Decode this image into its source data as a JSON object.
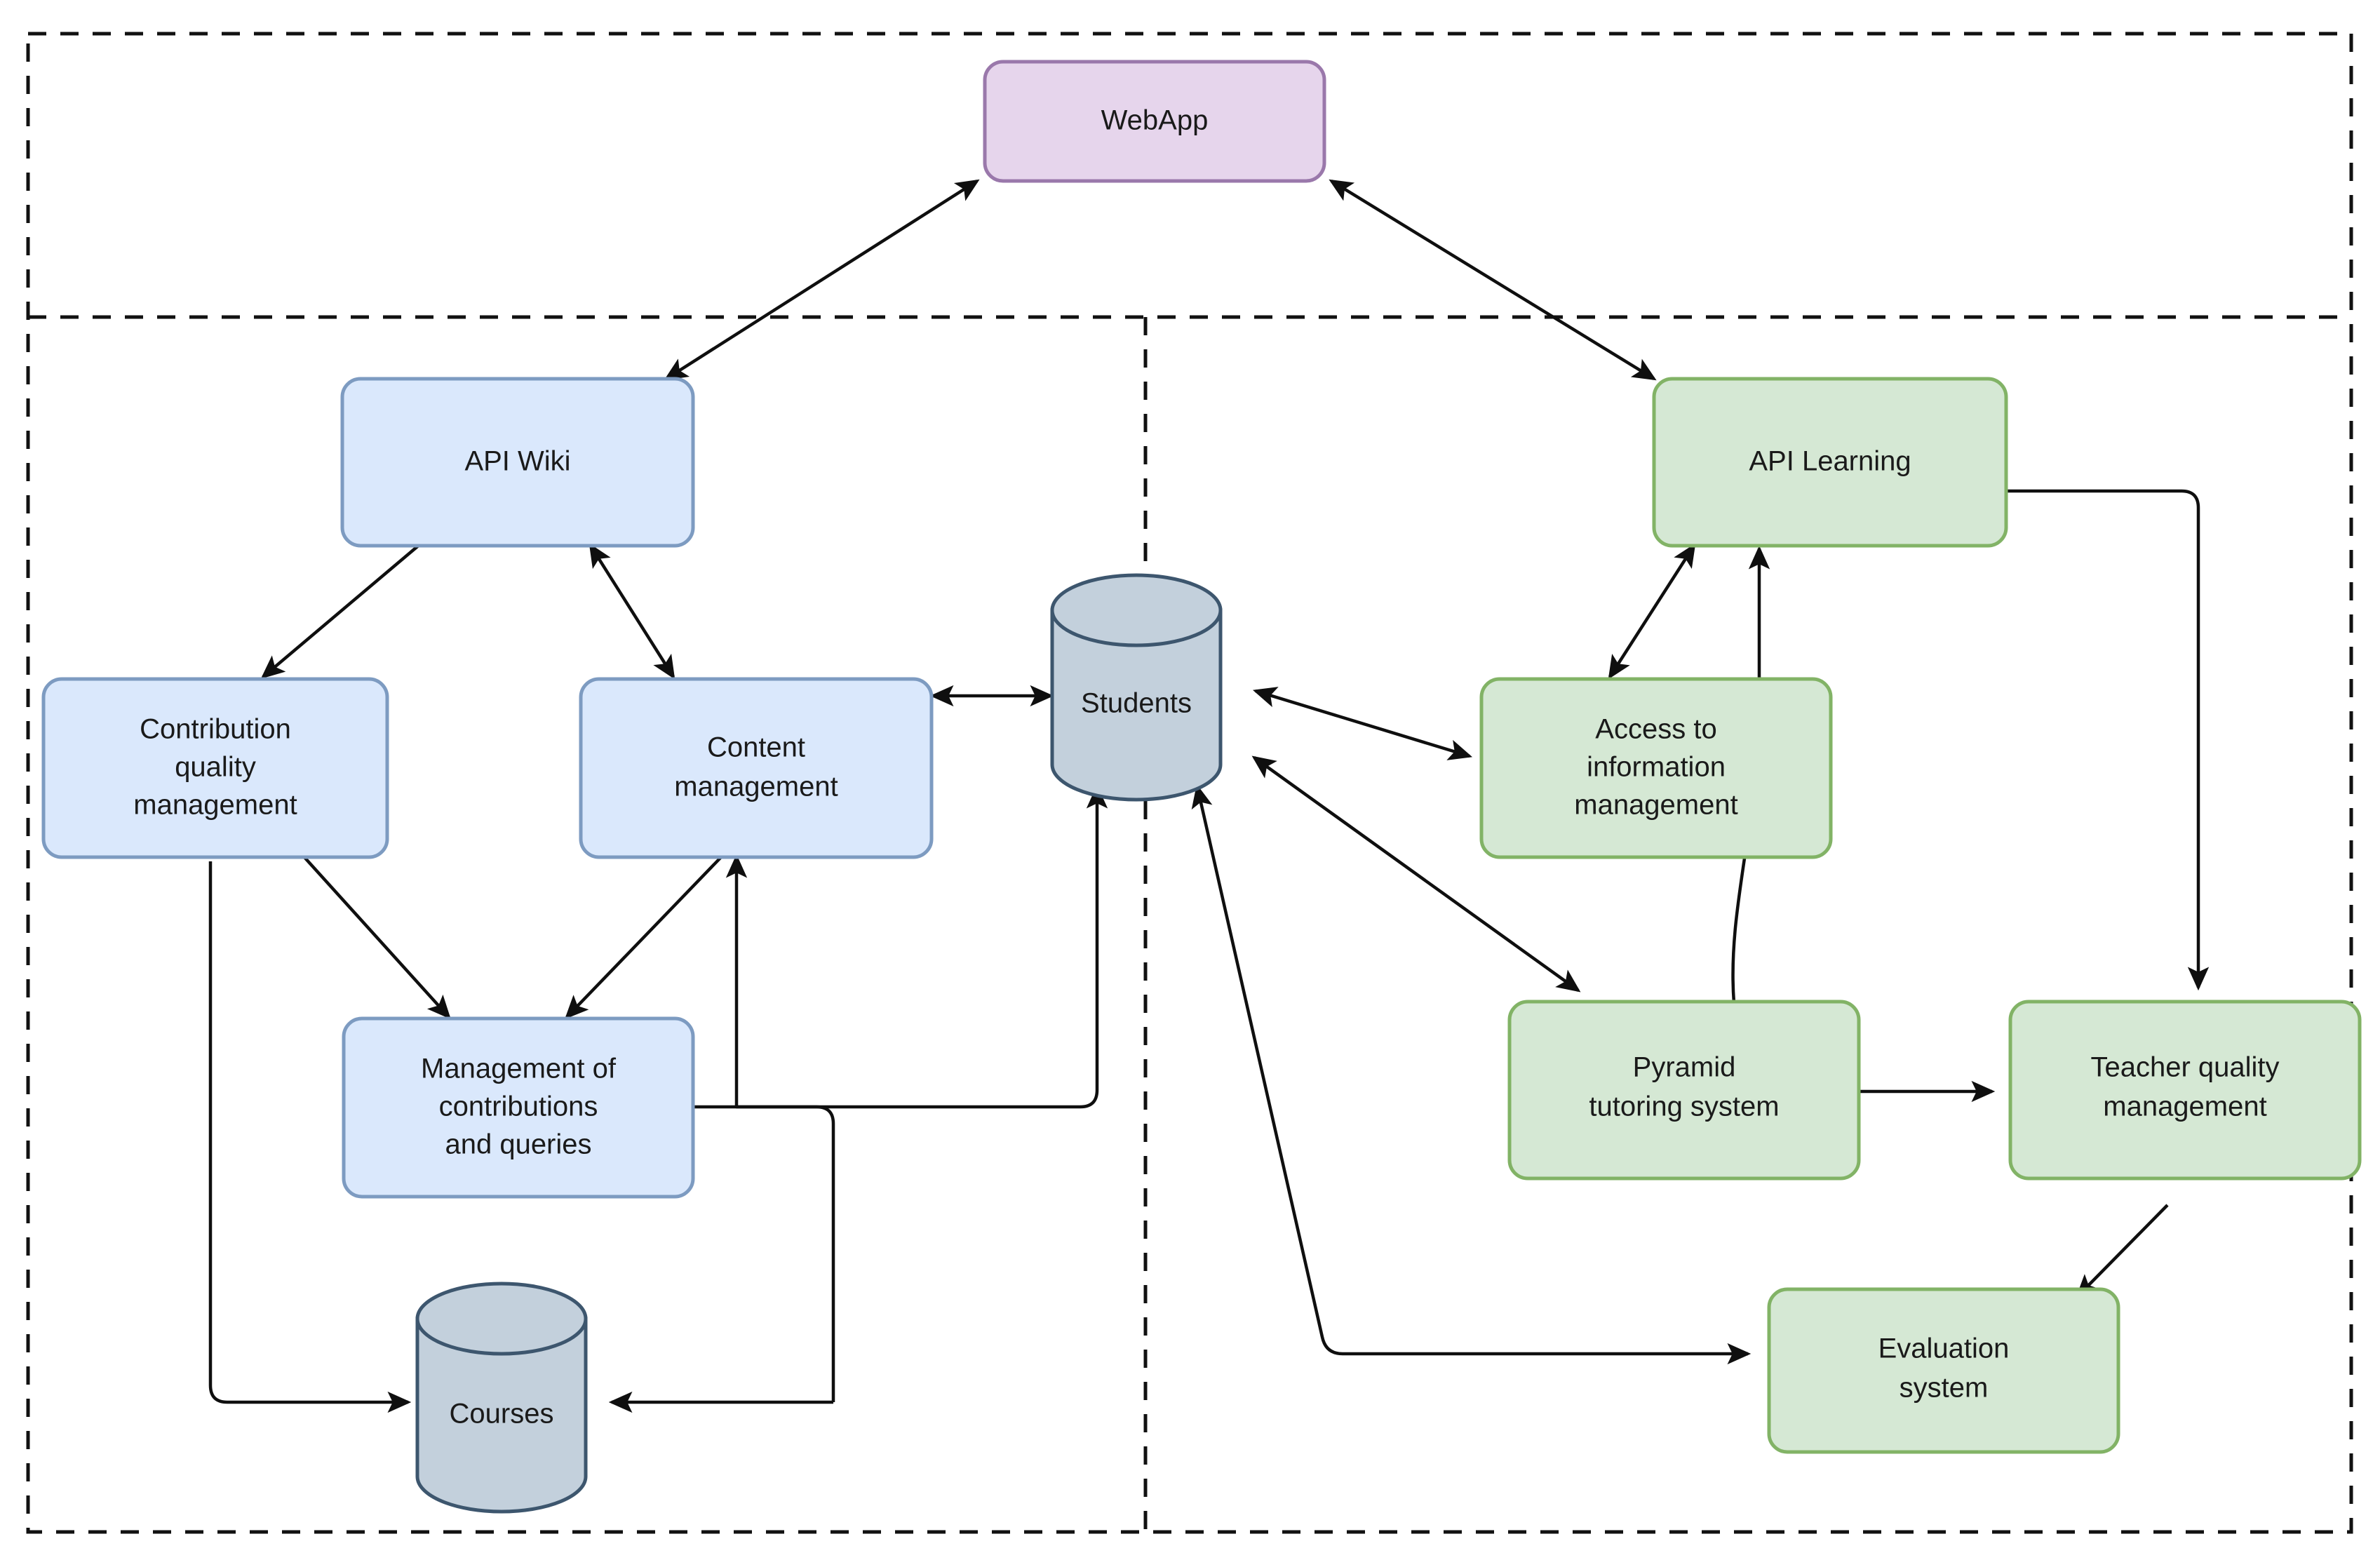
{
  "diagram": {
    "title": "System architecture diagram",
    "type": "architecture-block-diagram",
    "background": "#ffffff",
    "frame": {
      "style": "dashed",
      "color": "#111111",
      "note": "Outer dashed rectangle encloses the whole diagram"
    },
    "dividers": [
      {
        "name": "horizontal-divider",
        "style": "dashed",
        "orientation": "horizontal"
      },
      {
        "name": "vertical-divider",
        "style": "dashed",
        "orientation": "vertical"
      }
    ],
    "palette": {
      "webapp_fill": "#e6d5ec",
      "webapp_stroke": "#9a78ab",
      "wiki_fill": "#dae8fc",
      "wiki_stroke": "#7d9bc1",
      "learning_fill": "#d5e8d4",
      "learning_stroke": "#82b366",
      "datastore_fill": "#c3d0dc",
      "datastore_stroke": "#3d566e",
      "edge_color": "#0f0f0f",
      "text_color": "#1a1a1a"
    },
    "nodes": [
      {
        "id": "webapp",
        "label": "WebApp",
        "shape": "rounded-rect",
        "group": "presentation",
        "color": "purple"
      },
      {
        "id": "api_wiki",
        "label": "API Wiki",
        "shape": "rounded-rect",
        "group": "wiki",
        "color": "blue"
      },
      {
        "id": "api_learning",
        "label": "API Learning",
        "shape": "rounded-rect",
        "group": "learning",
        "color": "green"
      },
      {
        "id": "contribution_quality",
        "label": "Contribution quality management",
        "lines": [
          "Contribution",
          "quality",
          "management"
        ],
        "shape": "rounded-rect",
        "group": "wiki",
        "color": "blue"
      },
      {
        "id": "content_management",
        "label": "Content management",
        "lines": [
          "Content",
          "management"
        ],
        "shape": "rounded-rect",
        "group": "wiki",
        "color": "blue"
      },
      {
        "id": "management_contributions",
        "label": "Management of contributions and queries",
        "lines": [
          "Management of",
          "contributions",
          "and queries"
        ],
        "shape": "rounded-rect",
        "group": "wiki",
        "color": "blue"
      },
      {
        "id": "access_information",
        "label": "Access to information management",
        "lines": [
          "Access to",
          "information",
          "management"
        ],
        "shape": "rounded-rect",
        "group": "learning",
        "color": "green"
      },
      {
        "id": "pyramid_tutoring",
        "label": "Pyramid tutoring system",
        "lines": [
          "Pyramid",
          "tutoring system"
        ],
        "shape": "rounded-rect",
        "group": "learning",
        "color": "green"
      },
      {
        "id": "teacher_quality",
        "label": "Teacher quality management",
        "lines": [
          "Teacher quality",
          "management"
        ],
        "shape": "rounded-rect",
        "group": "learning",
        "color": "green"
      },
      {
        "id": "evaluation_system",
        "label": "Evaluation system",
        "lines": [
          "Evaluation",
          "system"
        ],
        "shape": "rounded-rect",
        "group": "learning",
        "color": "green"
      },
      {
        "id": "students",
        "label": "Students",
        "shape": "cylinder",
        "group": "datastore",
        "color": "grey-blue"
      },
      {
        "id": "courses",
        "label": "Courses",
        "shape": "cylinder",
        "group": "datastore",
        "color": "grey-blue"
      }
    ],
    "edges": [
      {
        "from": "webapp",
        "to": "api_wiki",
        "direction": "bidirectional"
      },
      {
        "from": "webapp",
        "to": "api_learning",
        "direction": "bidirectional"
      },
      {
        "from": "api_wiki",
        "to": "contribution_quality",
        "direction": "forward"
      },
      {
        "from": "api_wiki",
        "to": "content_management",
        "direction": "bidirectional"
      },
      {
        "from": "contribution_quality",
        "to": "management_contributions",
        "direction": "forward"
      },
      {
        "from": "content_management",
        "to": "management_contributions",
        "direction": "forward"
      },
      {
        "from": "contribution_quality",
        "to": "courses",
        "direction": "forward"
      },
      {
        "from": "management_contributions",
        "to": "students",
        "direction": "forward"
      },
      {
        "from": "courses",
        "to": "content_management",
        "direction": "forward"
      },
      {
        "from": "content_management",
        "to": "students",
        "direction": "bidirectional"
      },
      {
        "from": "students",
        "to": "access_information",
        "direction": "bidirectional"
      },
      {
        "from": "students",
        "to": "pyramid_tutoring",
        "direction": "bidirectional"
      },
      {
        "from": "students",
        "to": "evaluation_system",
        "direction": "forward"
      },
      {
        "from": "api_learning",
        "to": "access_information",
        "direction": "bidirectional"
      },
      {
        "from": "pyramid_tutoring",
        "to": "api_learning",
        "direction": "forward"
      },
      {
        "from": "api_learning",
        "to": "teacher_quality",
        "direction": "forward"
      },
      {
        "from": "pyramid_tutoring",
        "to": "teacher_quality",
        "direction": "forward"
      },
      {
        "from": "teacher_quality",
        "to": "evaluation_system",
        "direction": "forward"
      }
    ]
  }
}
